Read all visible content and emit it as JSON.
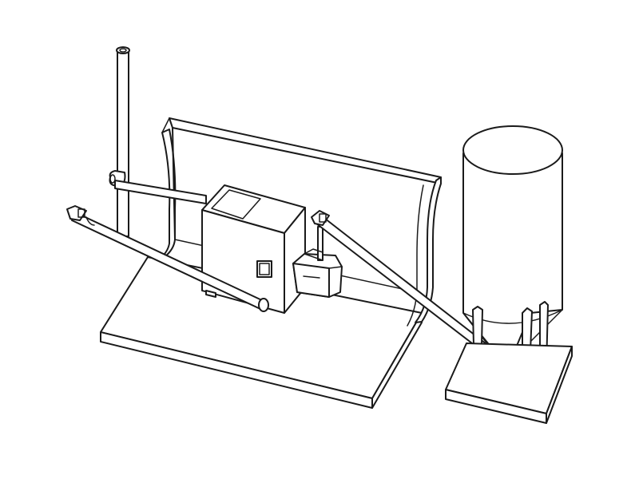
{
  "diagram": {
    "kind": "line-drawing",
    "line_color": "#1a1a1a",
    "background_color": "#ffffff",
    "components": [
      "base-platform",
      "back-panel",
      "chimney-flue",
      "boiler-unit",
      "burner-attachment",
      "screw-conveyor-left",
      "feed-conveyor",
      "storage-silo",
      "silo-base"
    ]
  }
}
